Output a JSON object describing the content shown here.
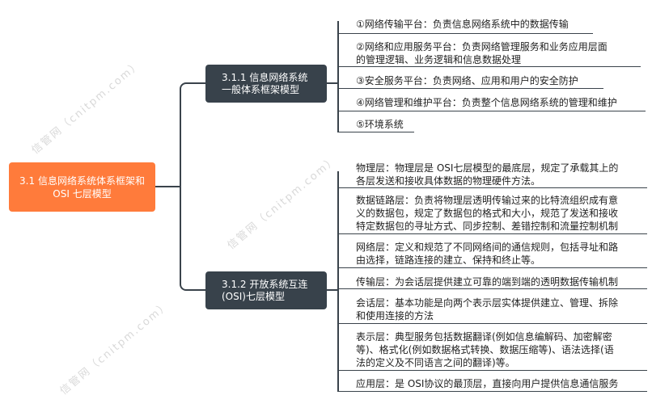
{
  "watermark": "信管网（cnitpm.com）",
  "root": {
    "label": "3.1 信息网络系统体系框架和 OSI 七层模型"
  },
  "branches": [
    {
      "label_lines": [
        "3.1.1 信息网络系统",
        "一般体系框架模型"
      ],
      "items": [
        {
          "lines": [
            "①网络传输平台：负责信息网络系统中的数据传输"
          ]
        },
        {
          "lines": [
            "②网络和应用服务平台：负责网络管理服务和业务应用层面",
            "的管理逻辑、业务逻辑和信息数据处理"
          ]
        },
        {
          "lines": [
            "③安全服务平台：负责网络、应用和用户的安全防护"
          ]
        },
        {
          "lines": [
            "④网络管理和维护平台：负责整个信息网络系统的管理和维护"
          ]
        },
        {
          "lines": [
            "⑤环境系统"
          ]
        }
      ]
    },
    {
      "label_lines": [
        "3.1.2 开放系统互连",
        "(OSI)七层模型"
      ],
      "items": [
        {
          "lines": [
            "物理层：物理层是 OSI七层模型的最底层，规定了承载其上的",
            "各层发送和接收具体数据的物理硬件方法。"
          ]
        },
        {
          "lines": [
            "数据链路层：负责将物理层透明传输过来的比特流组织成有意",
            "义的数据包，规定了数据包的格式和大小，规范了发送和接收",
            "特定数据包的寻址方式、同步控制、差错控制和流量控制机制"
          ]
        },
        {
          "lines": [
            "网络层：定义和规范了不同网络间的通信规则，包括寻址和路",
            "由选择，链路连接的建立、保持和终止等。"
          ]
        },
        {
          "lines": [
            "传输层：为会话层提供建立可靠的端到端的透明数据传输机制"
          ]
        },
        {
          "lines": [
            "会话层：基本功能是向两个表示层实体提供建立、管理、拆除",
            "和使用连接的方法"
          ]
        },
        {
          "lines": [
            "表示层：典型服务包括数据翻译(例如信息编解码、加密解密",
            "等)、格式化(例如数据格式转换、数据压缩等)、语法选择(语",
            "法的定义及不同语言之间的翻译)等。"
          ]
        },
        {
          "lines": [
            "应用层：是 OSI协议的最顶层，直接向用户提供信息通信服务"
          ]
        }
      ]
    }
  ]
}
